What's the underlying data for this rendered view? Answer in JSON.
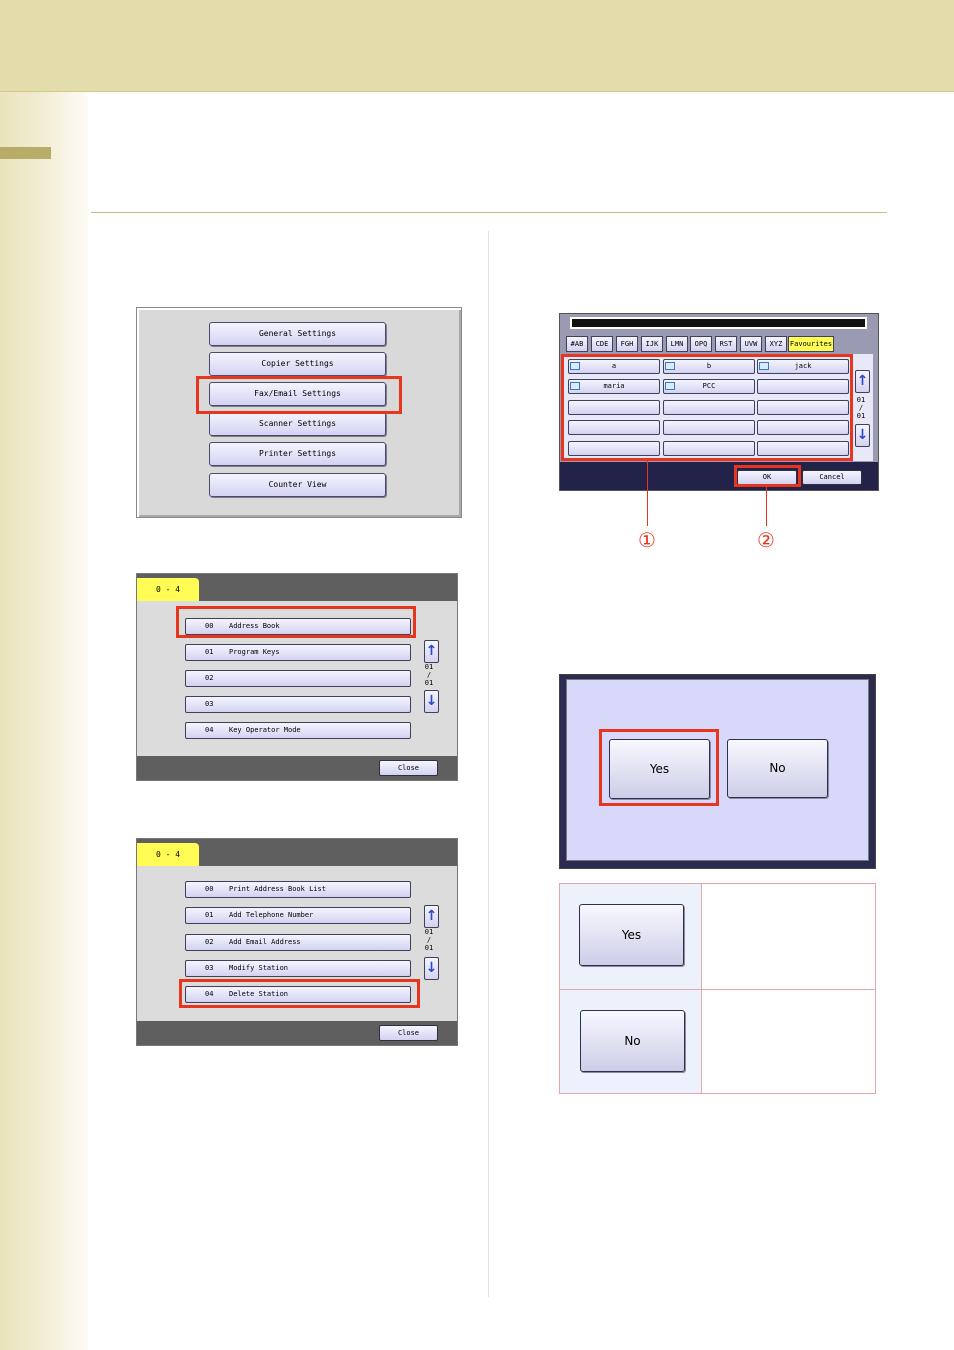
{
  "general_settings_menu": {
    "items": [
      "General Settings",
      "Copier Settings",
      "Fax/Email Settings",
      "Scanner Settings",
      "Printer Settings",
      "Counter View"
    ]
  },
  "fax_email_menu": {
    "tab": "0 - 4",
    "items": [
      {
        "num": "00",
        "label": "Address Book"
      },
      {
        "num": "01",
        "label": "Program Keys"
      },
      {
        "num": "02",
        "label": ""
      },
      {
        "num": "03",
        "label": ""
      },
      {
        "num": "04",
        "label": "Key Operator Mode"
      }
    ],
    "page_top": "01",
    "page_sep": "/",
    "page_bottom": "01",
    "close": "Close"
  },
  "address_book_menu": {
    "tab": "0 - 4",
    "items": [
      {
        "num": "00",
        "label": "Print Address Book List"
      },
      {
        "num": "01",
        "label": "Add Telephone Number"
      },
      {
        "num": "02",
        "label": "Add Email Address"
      },
      {
        "num": "03",
        "label": "Modify Station"
      },
      {
        "num": "04",
        "label": "Delete Station"
      }
    ],
    "page_top": "01",
    "page_sep": "/",
    "page_bottom": "01",
    "close": "Close"
  },
  "station_select": {
    "tabs": [
      "#AB",
      "CDE",
      "FGH",
      "IJK",
      "LMN",
      "OPQ",
      "RST",
      "UVW",
      "XYZ",
      "Favourites"
    ],
    "stations": [
      "a",
      "b",
      "jack",
      "maria",
      "PCC"
    ],
    "page_top": "01",
    "page_sep": "/",
    "page_bottom": "01",
    "ok": "OK",
    "cancel": "Cancel",
    "callouts": [
      "①",
      "②"
    ]
  },
  "confirm": {
    "yes": "Yes",
    "no": "No"
  }
}
